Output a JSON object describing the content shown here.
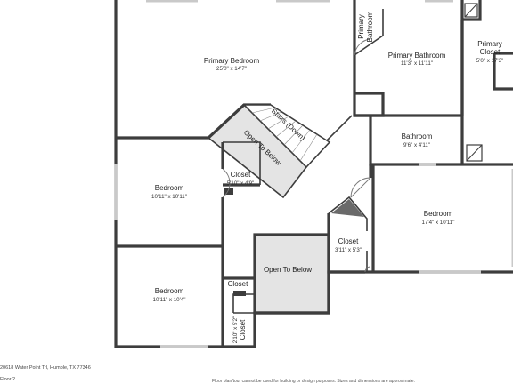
{
  "rooms": {
    "primary_bedroom": {
      "name": "Primary Bedroom",
      "dims": "25'0\" x 14'7\""
    },
    "primary_bathroom_small": {
      "name_line1": "Primary",
      "name_line2": "Bathroom"
    },
    "primary_bathroom": {
      "name": "Primary Bathroom",
      "dims": "11'3\" x 11'11\""
    },
    "primary_closet": {
      "name_line1": "Primary",
      "name_line2": "Closet",
      "dims": "5'0\" x 17'3\""
    },
    "stairs": {
      "name": "Stairs (Down)"
    },
    "open_below_diag": {
      "name": "Open To Below"
    },
    "bathroom": {
      "name": "Bathroom",
      "dims": "9'6\" x 4'11\""
    },
    "bedroom_left_upper": {
      "name": "Bedroom",
      "dims": "10'11\" x 10'11\""
    },
    "closet_upper": {
      "name": "Closet",
      "dims": "5'10\" x 4'9\""
    },
    "bedroom_right": {
      "name": "Bedroom",
      "dims": "17'4\" x 10'11\""
    },
    "closet_right": {
      "name": "Closet",
      "dims": "3'11\" x 5'3\""
    },
    "open_below_center": {
      "name": "Open To Below"
    },
    "bedroom_left_lower": {
      "name": "Bedroom",
      "dims": "10'11\" x 10'4\""
    },
    "closet_small": {
      "name": "Closet"
    },
    "closet_lower_vertical": {
      "name": "Closet",
      "dims": "2'10\" x 5'2\""
    }
  },
  "footer": {
    "address": "20618 Water Point Trl, Humble, TX 77346",
    "floor": "Floor 2",
    "disclaimer": "Floor plan/tour cannot be used for building or design purposes. Sizes and dimensions are approximate."
  },
  "colors": {
    "wall": "#3d3d3d",
    "open_area": "#e2e2e2",
    "floor": "#ffffff"
  }
}
